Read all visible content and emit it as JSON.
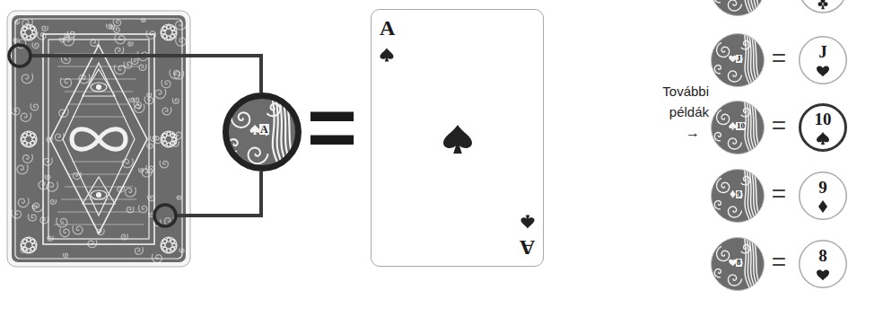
{
  "diagram": {
    "nodes": [
      {
        "text": [
          "A"
        ]
      },
      {
        "text": [
          "A",
          "A"
        ]
      },
      {
        "text": [
          "J"
        ]
      },
      {
        "text": [
          "J"
        ]
      },
      {
        "text": [
          "10"
        ]
      },
      {
        "text": [
          "10"
        ]
      },
      {
        "text": [
          "9"
        ]
      },
      {
        "text": [
          "9"
        ]
      },
      {
        "text": [
          "8"
        ]
      },
      {
        "text": [
          "8"
        ]
      }
    ],
    "labels": [
      "=",
      "További példák",
      "→",
      "=",
      "=",
      "=",
      "="
    ]
  }
}
